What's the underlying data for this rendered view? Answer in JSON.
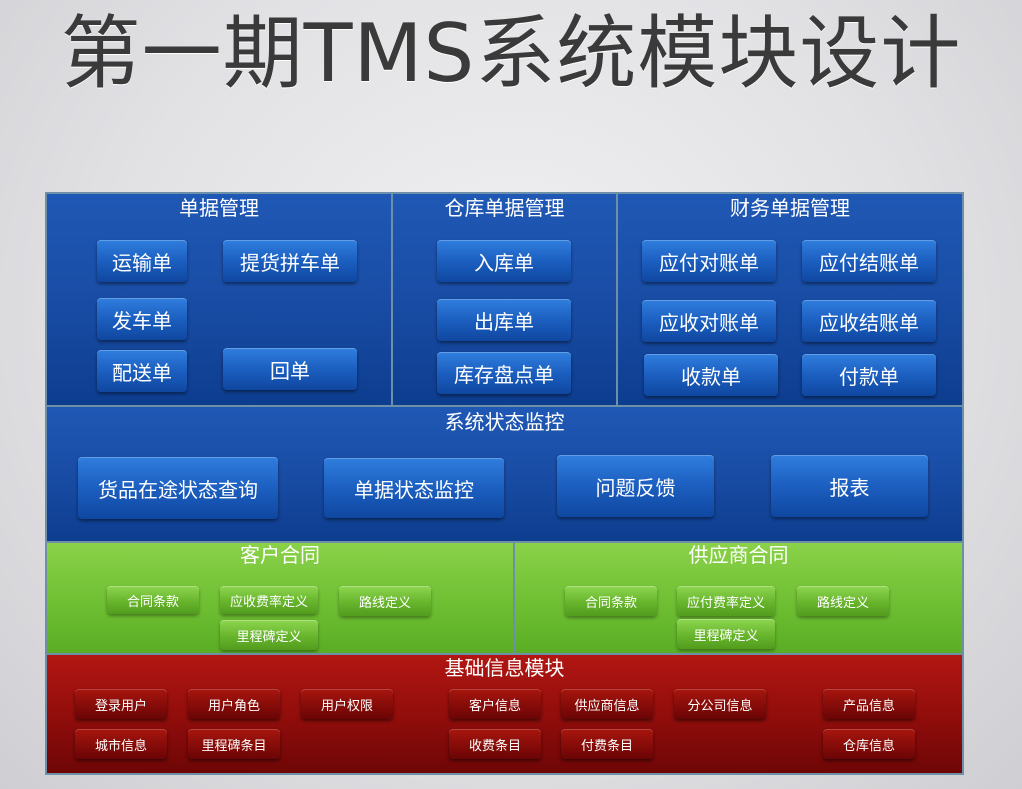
{
  "title": "第一期TMS系统模块设计",
  "documents": {
    "title": "单据管理",
    "items": [
      "运输单",
      "提货拼车单",
      "发车单",
      "配送单",
      "回单"
    ]
  },
  "warehouse": {
    "title": "仓库单据管理",
    "items": [
      "入库单",
      "出库单",
      "库存盘点单"
    ]
  },
  "finance": {
    "title": "财务单据管理",
    "items": [
      "应付对账单",
      "应付结账单",
      "应收对账单",
      "应收结账单",
      "收款单",
      "付款单"
    ]
  },
  "monitor": {
    "title": "系统状态监控",
    "items": [
      "货品在途状态查询",
      "单据状态监控",
      "问题反馈",
      "报表"
    ]
  },
  "customer_contract": {
    "title": "客户合同",
    "items": [
      "合同条款",
      "应收费率定义",
      "路线定义",
      "里程碑定义"
    ]
  },
  "supplier_contract": {
    "title": "供应商合同",
    "items": [
      "合同条款",
      "应付费率定义",
      "路线定义",
      "里程碑定义"
    ]
  },
  "base_info": {
    "title": "基础信息模块",
    "items": [
      "登录用户",
      "用户角色",
      "用户权限",
      "客户信息",
      "供应商信息",
      "分公司信息",
      "产品信息",
      "城市信息",
      "里程碑条目",
      "收费条目",
      "付费条目",
      "仓库信息"
    ]
  }
}
